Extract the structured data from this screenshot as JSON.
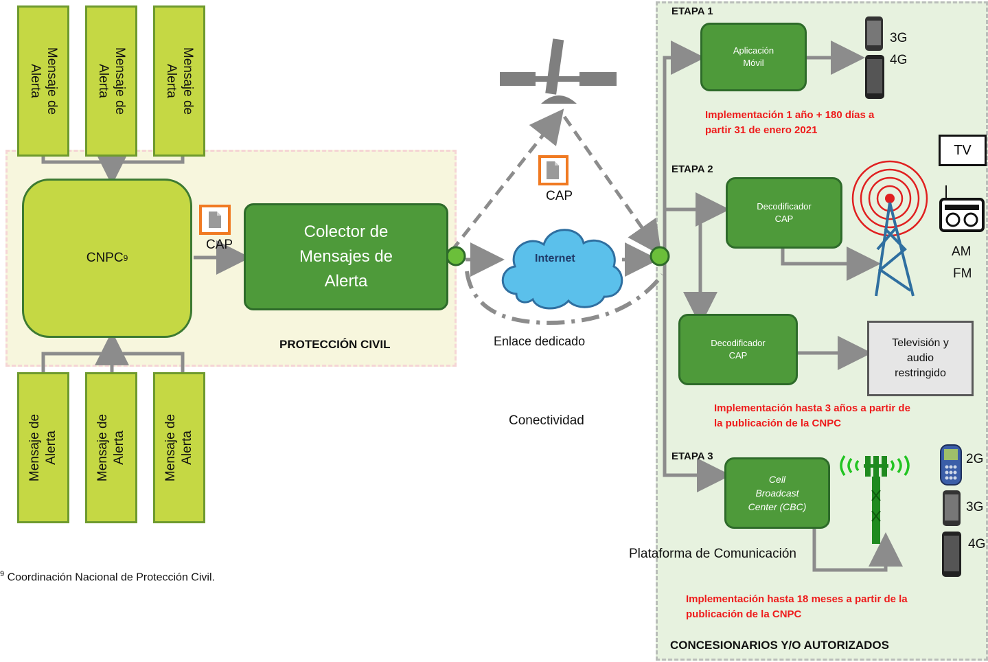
{
  "alert_messages_top": [
    "Mensaje de Alerta",
    "Mensaje de Alerta",
    "Mensaje de Alerta"
  ],
  "alert_messages_bottom": [
    "Mensaje de Alerta",
    "Mensaje de Alerta",
    "Mensaje de Alerta"
  ],
  "alert_word_1": "Mensaje de",
  "alert_word_2": "Alerta",
  "cnpc": {
    "label": "CNPC",
    "footnote_mark": "9"
  },
  "cap_label": "CAP",
  "collector": {
    "line1": "Colector de",
    "line2": "Mensajes de",
    "line3": "Alerta"
  },
  "proteccion_civil": "PROTECCIÓN CIVIL",
  "internet": "Internet",
  "enlace": "Enlace dedicado",
  "conectividad": "Conectividad",
  "footnote": {
    "mark": "9",
    "text": " Coordinación Nacional de Protección Civil."
  },
  "etapa1": {
    "label": "ETAPA 1",
    "box_line1": "Aplicación",
    "box_line2": "Móvil",
    "net1": "3G",
    "net2": "4G",
    "note_line1": "Implementación 1 año + 180 días a",
    "note_line2": "partir 31 de enero 2021"
  },
  "etapa2": {
    "label": "ETAPA 2",
    "decoder_line1": "Decodificador",
    "decoder_line2": "CAP",
    "tv": "TV",
    "am": "AM",
    "fm": "FM",
    "tv_box_line1": "Televisión y",
    "tv_box_line2": "audio",
    "tv_box_line3": "restringido",
    "note_line1": "Implementación hasta 3 años a partir de",
    "note_line2": "la publicación de la CNPC"
  },
  "etapa3": {
    "label": "ETAPA 3",
    "cbc_line1": "Cell",
    "cbc_line2": "Broadcast",
    "cbc_line3": "Center (CBC)",
    "net2g": "2G",
    "net3g": "3G",
    "net4g": "4G",
    "note_line1": "Implementación hasta 18 meses a partir de la",
    "note_line2": "publicación de la CNPC"
  },
  "plataforma": "Plataforma de Comunicación",
  "concesionarios": "CONCESIONARIOS Y/O AUTORIZADOS",
  "colors": {
    "lime": "#c5d844",
    "green": "#4e9a3a",
    "gray_line": "#8c8c8c",
    "red": "#ee1c1c",
    "cloud": "#5bc0eb"
  },
  "icons": [
    "document-icon",
    "satellite-icon",
    "cloud-icon",
    "smartphone-icon",
    "radio-tower-icon",
    "radio-icon",
    "cell-tower-icon",
    "feature-phone-icon"
  ]
}
